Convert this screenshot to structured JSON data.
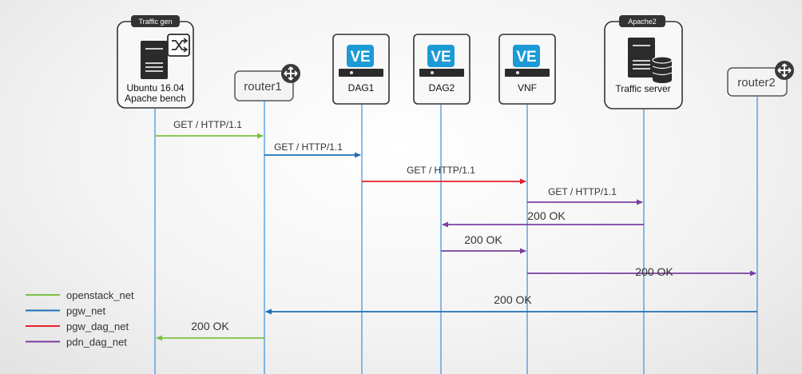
{
  "colors": {
    "openstack_net": "#7dc142",
    "pgw_net": "#1f6fb5",
    "pgw_dag_net": "#e8202a",
    "pdn_dag_net": "#7a3fa0",
    "lifeline": "#3a8fd6",
    "ve_badge": "#1b9ad6"
  },
  "nodes": {
    "traffic_gen": {
      "tag": "Traffic gen",
      "line1": "Ubuntu 16.04",
      "line2": "Apache bench",
      "icon": "server-icon",
      "badge_icon": "shuffle-icon"
    },
    "router1": {
      "label": "router1",
      "icon": "router-icon"
    },
    "dag1": {
      "badge": "VE",
      "label": "DAG1"
    },
    "dag2": {
      "badge": "VE",
      "label": "DAG2"
    },
    "vnf": {
      "badge": "VE",
      "label": "VNF"
    },
    "apache2": {
      "tag": "Apache2",
      "label": "Traffic server",
      "icon": "server-icon",
      "badge_icon": "database-icon"
    },
    "router2": {
      "label": "router2",
      "icon": "router-icon"
    }
  },
  "messages": [
    {
      "label": "GET / HTTP/1.1",
      "net": "openstack_net",
      "from": "traffic_gen",
      "to": "router1"
    },
    {
      "label": "GET / HTTP/1.1",
      "net": "pgw_net",
      "from": "router1",
      "to": "dag1"
    },
    {
      "label": "GET / HTTP/1.1",
      "net": "pgw_dag_net",
      "from": "dag1",
      "to": "vnf"
    },
    {
      "label": "GET / HTTP/1.1",
      "net": "pdn_dag_net",
      "from": "vnf",
      "to": "apache2"
    },
    {
      "label": "200 OK",
      "net": "pdn_dag_net",
      "from": "apache2",
      "to": "dag2"
    },
    {
      "label": "200 OK",
      "net": "pdn_dag_net",
      "from": "dag2",
      "to": "vnf"
    },
    {
      "label": "200 OK",
      "net": "pdn_dag_net",
      "from": "vnf",
      "to": "router2"
    },
    {
      "label": "200 OK",
      "net": "pgw_net",
      "from": "router2",
      "to": "router1"
    },
    {
      "label": "200 OK",
      "net": "openstack_net",
      "from": "router1",
      "to": "traffic_gen"
    }
  ],
  "legend": [
    {
      "net": "openstack_net",
      "label": "openstack_net"
    },
    {
      "net": "pgw_net",
      "label": "pgw_net"
    },
    {
      "net": "pgw_dag_net",
      "label": "pgw_dag_net"
    },
    {
      "net": "pdn_dag_net",
      "label": "pdn_dag_net"
    }
  ]
}
